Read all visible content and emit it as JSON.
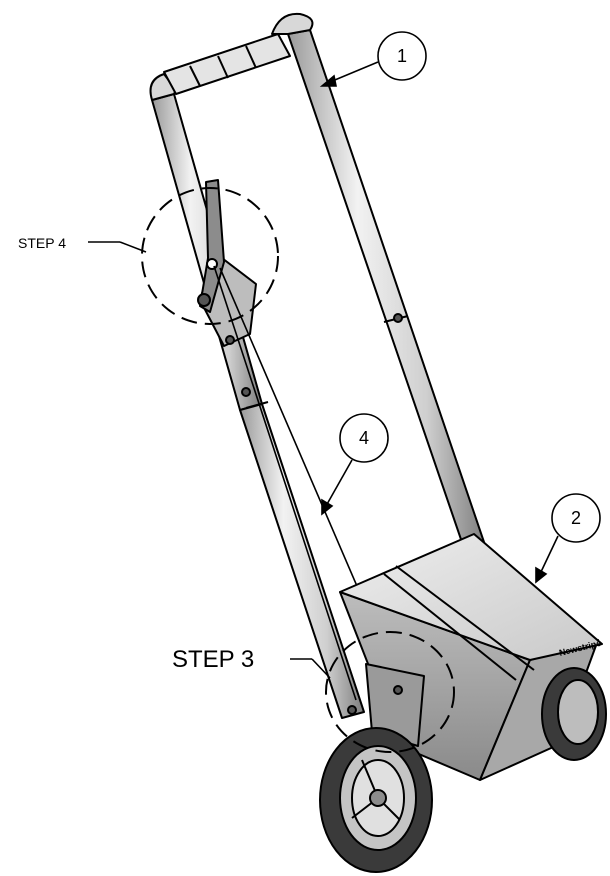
{
  "callouts": {
    "step4": "STEP 4",
    "step3": "STEP 3"
  },
  "balloons": [
    {
      "id": "balloon-1",
      "text": "1"
    },
    {
      "id": "balloon-2",
      "text": "2"
    },
    {
      "id": "balloon-4",
      "text": "4"
    }
  ],
  "hopper_brand": "Newstripe",
  "colors": {
    "line": "#000000",
    "metal_light": "#e6e6e6",
    "metal_mid": "#c4c4c4",
    "metal_dark": "#8c8c8c",
    "tire": "#3a3a3a"
  }
}
